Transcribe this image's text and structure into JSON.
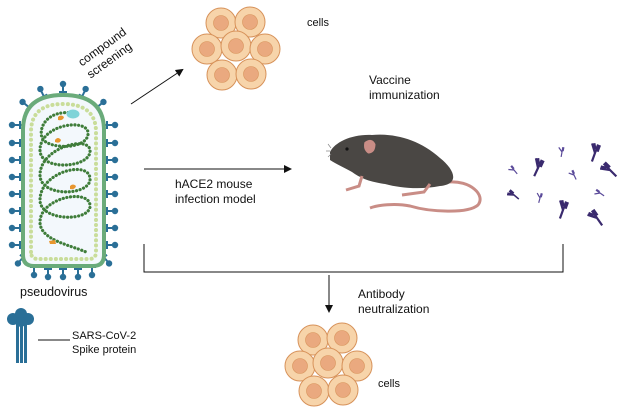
{
  "diagram": {
    "labels": {
      "cells_top": "cells",
      "compound_screening": [
        "compound",
        "screening"
      ],
      "vaccine_immunization": [
        "Vaccine",
        "immunization"
      ],
      "hace2_model": [
        "hACE2 mouse",
        "infection model"
      ],
      "pseudovirus": "pseudovirus",
      "spike_protein": [
        "SARS-CoV-2",
        "Spike protein"
      ],
      "antibody_neutralization": [
        "Antibody",
        "neutralization"
      ],
      "cells_bottom": "cells"
    },
    "flows": [
      {
        "from": "pseudovirus",
        "to": "cells_top",
        "label": "compound screening"
      },
      {
        "from": "pseudovirus",
        "to": "mouse",
        "label": "hACE2 mouse infection model"
      },
      {
        "from": "mouse",
        "to": "antibodies",
        "label": "Vaccine immunization"
      },
      {
        "from": "pseudovirus+antibodies",
        "to": "cells_bottom",
        "label": "Antibody neutralization"
      }
    ],
    "colors": {
      "spike": "#2a6f97",
      "envelope": "#6aab7a",
      "inner_dots": "#c9dd9a",
      "rna": "#3f7d3a",
      "orange": "#e8962e",
      "cyan": "#7fd3d8",
      "cell_outer": "#f7d4aa",
      "cell_inner": "#eaa97f",
      "cell_border": "#d7925a",
      "mouse_body": "#4a4744",
      "mouse_pink": "#c98d86",
      "antibody": "#3a2a6e"
    }
  }
}
